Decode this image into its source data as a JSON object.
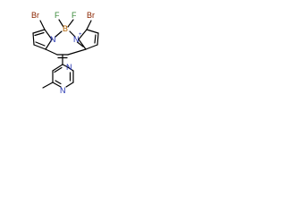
{
  "molecule": {
    "atoms": {
      "br_left": "Br",
      "br_right": "Br",
      "f_left": "F",
      "f_right": "F",
      "b": "B",
      "b_charge": "-",
      "n_left": "N",
      "n_right": "N",
      "n_right_charge": "+",
      "n_pyrazine_top": "N",
      "n_pyrazine_bottom": "N"
    },
    "colors": {
      "bromine": "#8B2500",
      "fluorine": "#3a8a3a",
      "boron": "#b06000",
      "nitrogen": "#1f2fb0",
      "bond": "#000000"
    }
  }
}
